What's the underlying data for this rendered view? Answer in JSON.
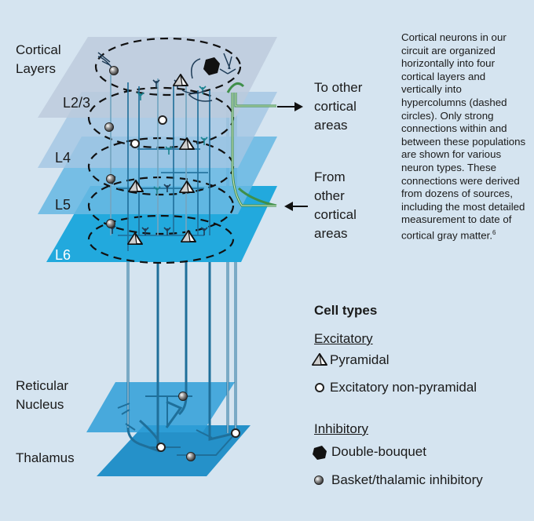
{
  "labels": {
    "cortical_layers_line1": "Cortical",
    "cortical_layers_line2": "Layers",
    "reticular_line1": "Reticular",
    "reticular_line2": "Nucleus",
    "thalamus": "Thalamus",
    "to_other_line1": "To other",
    "to_other_line2": "cortical",
    "to_other_line3": "areas",
    "from_other_line1": "From",
    "from_other_line2": "other",
    "from_other_line3": "cortical",
    "from_other_line4": "areas"
  },
  "layers": [
    "L2/3",
    "L4",
    "L5",
    "L6"
  ],
  "description": "Cortical neurons in our circuit are organized horizontally into four cortical layers and vertically into hypercolumns (dashed circles). Only strong connections within and between these populations are shown for various neuron types. These connections were derived from dozens of sources, including the most detailed measurement to date of cortical gray matter.",
  "description_footnote": "6",
  "legend": {
    "title": "Cell types",
    "excitatory_header": "Excitatory",
    "excitatory_items": [
      "Pyramidal",
      "Excitatory non-pyramidal"
    ],
    "inhibitory_header": "Inhibitory",
    "inhibitory_items": [
      "Double-bouquet",
      "Basket/thalamic inhibitory"
    ],
    "icons": [
      "pyramid-icon",
      "open-circle-icon",
      "black-hexagon-icon",
      "gray-ball-icon"
    ]
  },
  "colors": {
    "background": "#d5e4f0",
    "layer_23": "#bccbdc",
    "layer_4": "#a3c7e3",
    "layer_5": "#69b8e2",
    "layer_6": "#22a9dd",
    "thalamus": "#1b8cc6",
    "axon": "#1f6f9a",
    "green_axon": "#3f8f4a"
  }
}
